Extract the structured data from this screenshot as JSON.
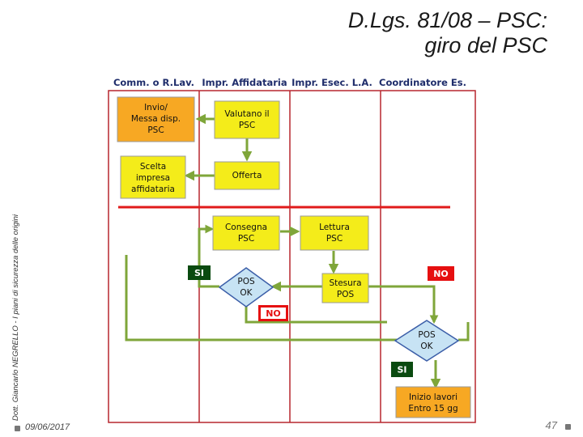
{
  "slide": {
    "title_line1": "D.Lgs. 81/08 – PSC:",
    "title_line2": "giro del PSC",
    "side_note": "Dott. Giancarlo NEGRELLO - I piani di sicurezza delle origini",
    "date": "09/06/2017",
    "page_number": "47"
  },
  "lanes": [
    "Comm. o R.Lav.",
    "Impr. Affidataria",
    "Impr. Esec. L.A.",
    "Coordinatore Es."
  ],
  "boxes": {
    "invio": [
      "Invio/",
      "Messa  disp.",
      "PSC"
    ],
    "valutano": [
      "Valutano il",
      "PSC"
    ],
    "scelta": [
      "Scelta",
      "impresa",
      "affidataria"
    ],
    "offerta": [
      "Offerta"
    ],
    "consegna": [
      "Consegna",
      "PSC"
    ],
    "lettura": [
      "Lettura",
      "PSC"
    ],
    "stesura": [
      "Stesura",
      "POS"
    ],
    "inizio": [
      "Inizio lavori",
      "Entro 15 gg"
    ]
  },
  "decisions": {
    "pos_ok_1": [
      "POS",
      "OK"
    ],
    "pos_ok_2": [
      "POS",
      "OK"
    ]
  },
  "tags": {
    "si_left": "SI",
    "no_right": "NO",
    "no_middle": "NO",
    "si_bottom": "SI"
  },
  "colors": {
    "orange_box": "#f7a823",
    "yellow_box": "#f4ec1a",
    "box_border": "#9a9a9a",
    "diamond_fill": "#c7e3f4",
    "diamond_stroke": "#3b5ea8",
    "arrow": "#7fa63a",
    "red_line": "#e01b1b",
    "lane_border": "#b7272f",
    "tag_green": "#0a4a10",
    "tag_red": "#e60f10"
  }
}
